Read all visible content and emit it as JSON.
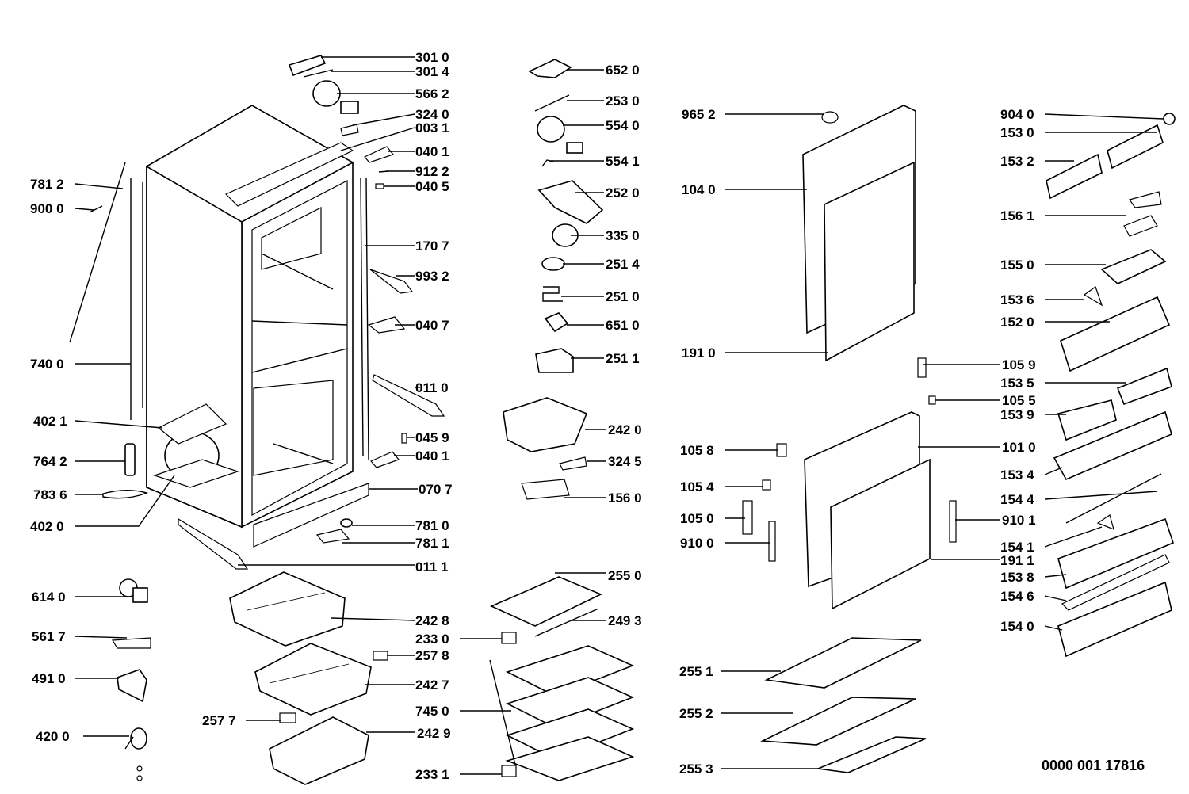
{
  "labels": [
    "301 0",
    "301 4",
    "566 2",
    "324 0",
    "003 1",
    "040 1",
    "912 2",
    "040 5",
    "781 2",
    "900 0",
    "170 7",
    "993 2",
    "040 7",
    "740 0",
    "011 0",
    "402 1",
    "045 9",
    "040 1",
    "764 2",
    "070 7",
    "783 6",
    "781 0",
    "402 0",
    "781 1",
    "011 1",
    "652 0",
    "253 0",
    "554 0",
    "554 1",
    "252 0",
    "335 0",
    "251 4",
    "251 0",
    "651 0",
    "251 1",
    "242 0",
    "324 5",
    "156 0",
    "965 2",
    "104 0",
    "191 0",
    "904 0",
    "153 0",
    "153 2",
    "156 1",
    "155 0",
    "153 6",
    "152 0",
    "105 9",
    "153 5",
    "105 5",
    "153 9",
    "105 8",
    "101 0",
    "105 4",
    "153 4",
    "154 4",
    "105 0",
    "910 1",
    "910 0",
    "154 1",
    "191 1",
    "153 8",
    "154 6",
    "154 0",
    "614 0",
    "255 0",
    "242 8",
    "249 3",
    "561 7",
    "233 0",
    "257 8",
    "491 0",
    "242 7",
    "745 0",
    "257 7",
    "420 0",
    "242 9",
    "233 1",
    "255 1",
    "255 2",
    "255 3"
  ],
  "diagram_code": "0000 001 17816"
}
